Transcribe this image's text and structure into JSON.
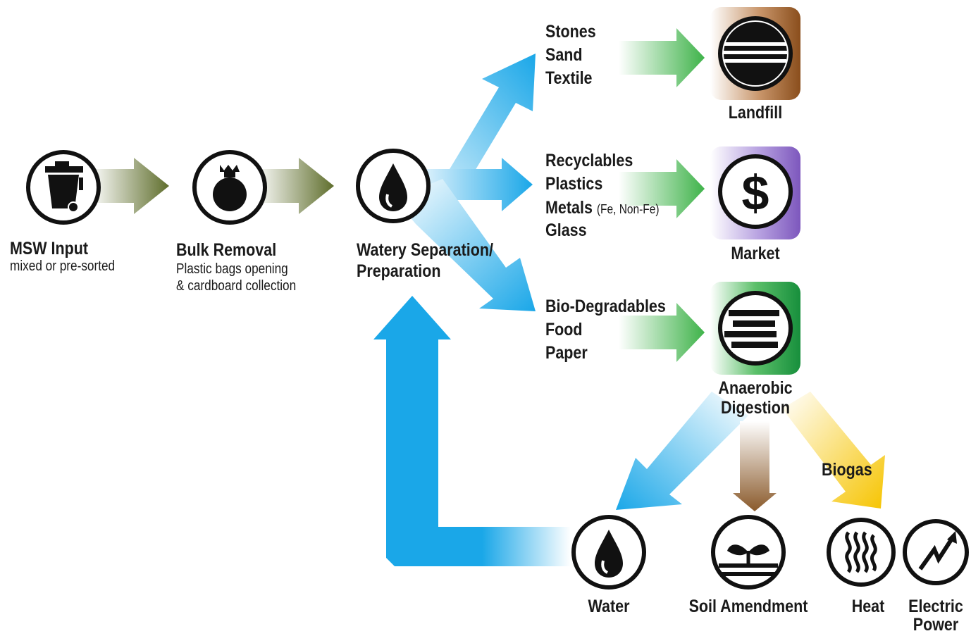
{
  "inputs": {
    "msw": {
      "title": "MSW Input",
      "subtitle": "mixed or pre-sorted"
    },
    "bulk": {
      "title": "Bulk Removal",
      "subtitle_line1": "Plastic bags opening",
      "subtitle_line2": "& cardboard collection"
    },
    "separation": {
      "line1": "Watery Separation/",
      "line2": "Preparation"
    }
  },
  "streams": {
    "inert": [
      "Stones",
      "Sand",
      "Textile"
    ],
    "recyclables": {
      "line1": "Recyclables",
      "line2": "Plastics",
      "line3_main": "Metals",
      "line3_note": "(Fe, Non-Fe)",
      "line4": "Glass"
    },
    "bio": [
      "Bio-Degradables",
      "Food",
      "Paper"
    ]
  },
  "destinations": {
    "landfill": "Landfill",
    "market": "Market",
    "digestion_line1": "Anaerobic",
    "digestion_line2": "Digestion"
  },
  "outputs": {
    "biogas": "Biogas",
    "water": "Water",
    "soil": "Soil Amendment",
    "heat": "Heat",
    "power_line1": "Electric",
    "power_line2": "Power"
  },
  "icons": {
    "msw": "trash-bin-icon",
    "bulk": "garbage-bag-icon",
    "separation": "water-drop-icon",
    "landfill": "landfill-icon",
    "market": "dollar-icon",
    "digestion": "digester-icon",
    "water": "water-drop-icon",
    "soil": "sprout-icon",
    "heat": "heat-waves-icon",
    "power": "lightning-icon"
  },
  "colors": {
    "olive_arrow": "#5f6e2c",
    "blue_arrow": "#1aa7e8",
    "green_arrow": "#3fb34a",
    "brown_arrow": "#8a5a2b",
    "yellow_arrow": "#f6c400",
    "landfill_tile": "#9b5a22",
    "market_tile": "#8a66c2",
    "digestion_tile": "#1d9a43"
  }
}
